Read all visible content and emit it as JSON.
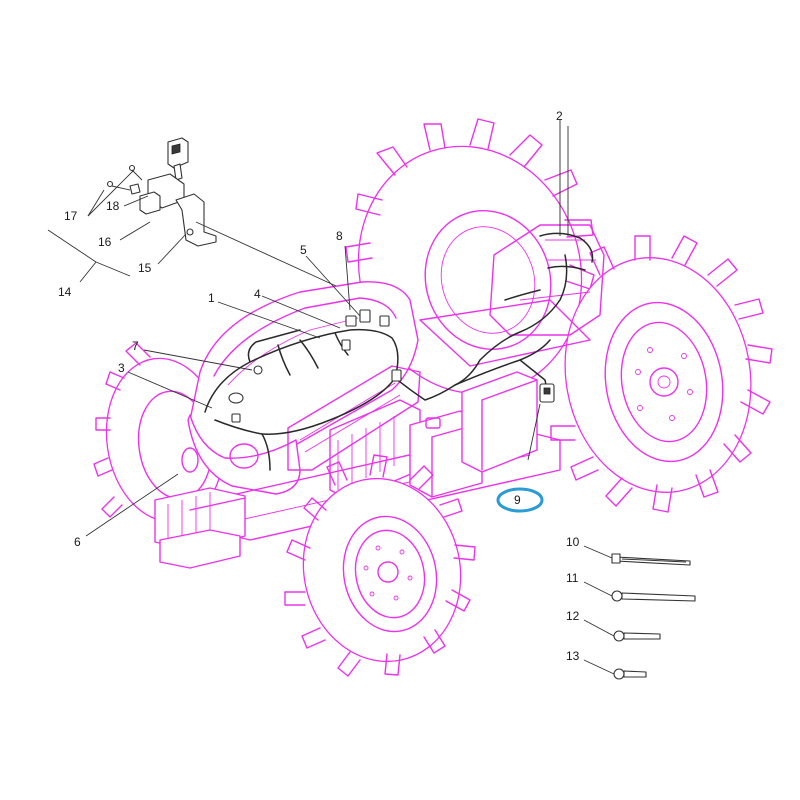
{
  "diagram": {
    "highlight_color": "#2b9bd4",
    "tractor_color": "#ea33ea",
    "highlighted_callout": "9",
    "callouts": {
      "c1": "1",
      "c2": "2",
      "c3": "3",
      "c4": "4",
      "c5": "5",
      "c6": "6",
      "c7": "7",
      "c8": "8",
      "c9": "9",
      "c10": "10",
      "c11": "11",
      "c12": "12",
      "c13": "13",
      "c14": "14",
      "c15": "15",
      "c16": "16",
      "c17": "17",
      "c18": "18"
    }
  }
}
